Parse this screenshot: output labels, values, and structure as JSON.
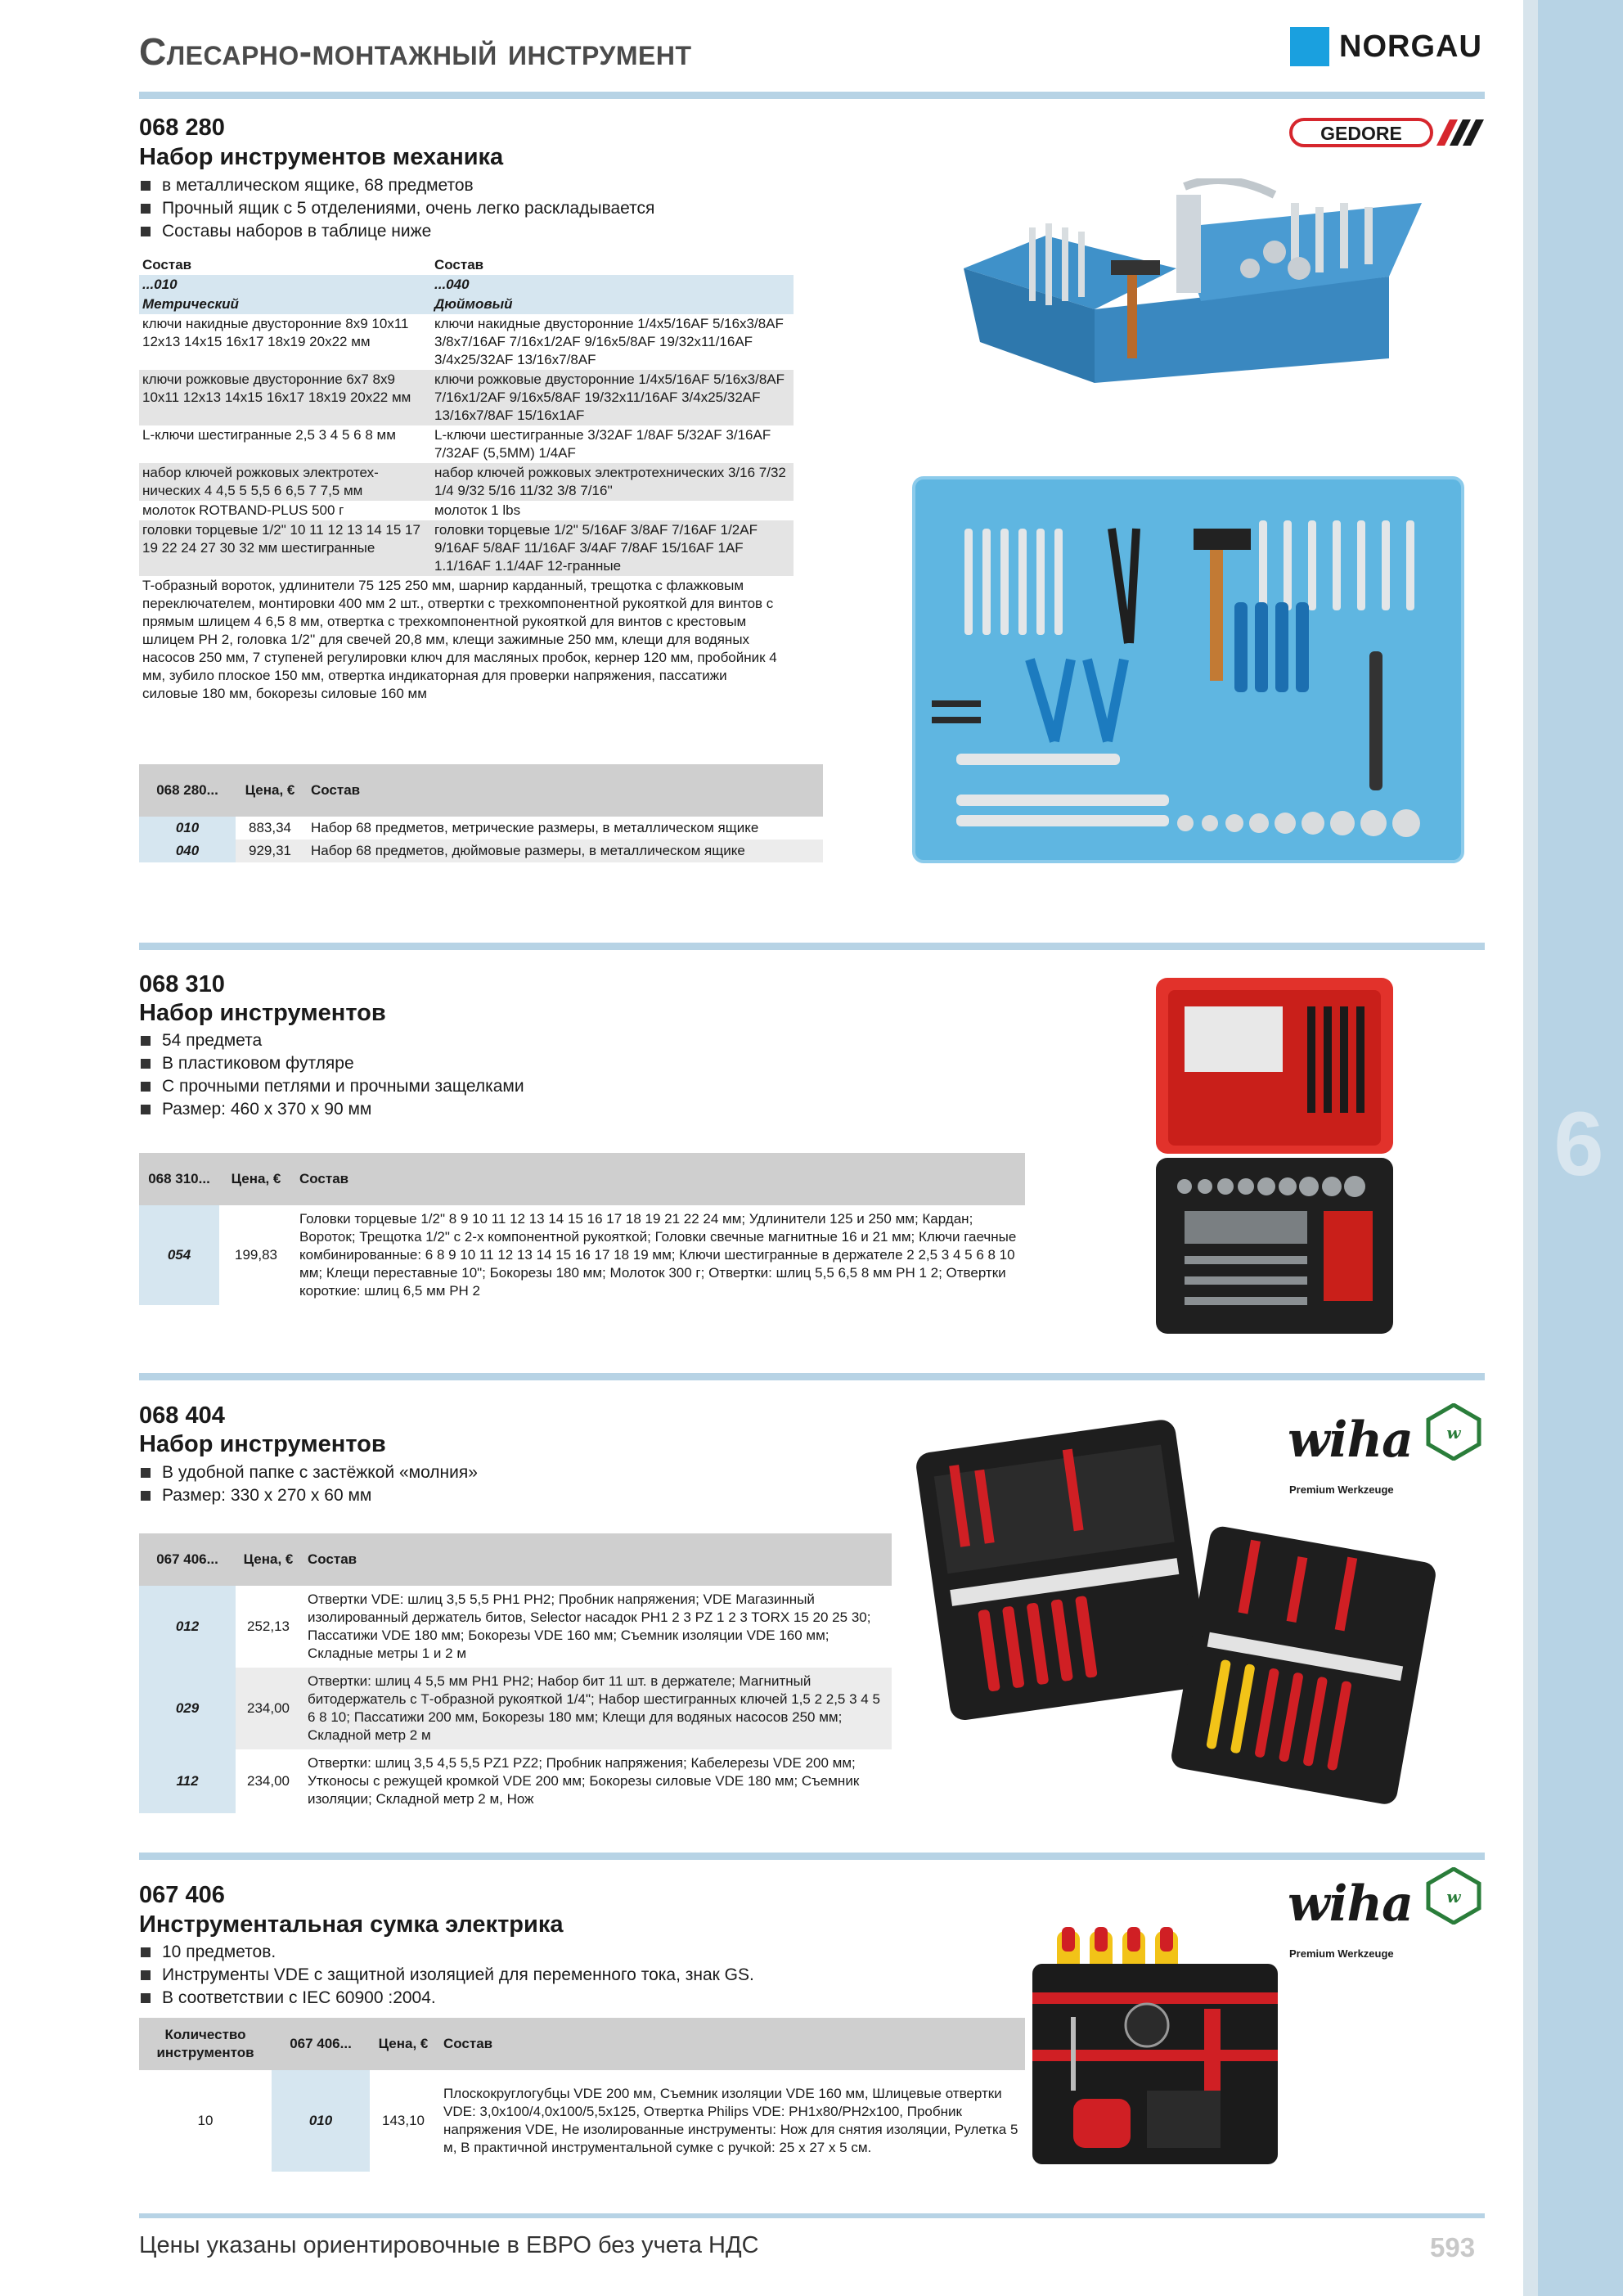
{
  "header": {
    "title": "Слесарно-монтажный инструмент",
    "brand": "NORGAU"
  },
  "chapter": "6",
  "footer": {
    "note": "Цены указаны ориентировочные в ЕВРО без учета НДС",
    "page": "593"
  },
  "colors": {
    "accent": "#b7d3e5",
    "brand_blue": "#1aa0df",
    "gedore_red": "#d6262d",
    "wiha_green": "#2a7d3a"
  },
  "p1": {
    "code": "068 280",
    "title": "Набор инструментов механика",
    "brand_logo": "GEDORE",
    "bullets": [
      "в металлическом ящике, 68 предметов",
      "Прочный ящик с 5 отделениями, очень легко раскладывается",
      "Составы наборов в таблице ниже"
    ],
    "comp_head": {
      "left": "Состав",
      "right": "Состав"
    },
    "comp_var": {
      "left": "...010",
      "right": "...040"
    },
    "comp_type": {
      "left": "Метрический",
      "right": "Дюймовый"
    },
    "comp_rows": [
      {
        "left": "ключи накидные двусторонние 8x9 10x11 12x13 14x15 16x17 18x19 20x22 мм",
        "right": "ключи накидные двусторонние 1/4x5/16AF 5/16x3/8AF 3/8x7/16AF 7/16x1/2AF 9/16x5/8AF 19/32x11/16AF 3/4x25/32AF 13/16x7/8AF"
      },
      {
        "left": "ключи рожковые двусторонние 6x7 8x9 10x11 12x13 14x15 16x17 18x19 20x22 мм",
        "right": "ключи рожковые двусторонние 1/4x5/16AF 5/16x3/8AF 7/16x1/2AF 9/16x5/8AF 19/32x11/16AF 3/4x25/32AF 13/16x7/8AF 15/16x1AF"
      },
      {
        "left": "L-ключи шестигранные 2,5 3 4 5 6 8 мм",
        "right": "L-ключи шестигранные  3/32AF 1/8AF 5/32AF 3/16AF 7/32AF (5,5MM) 1/4AF"
      },
      {
        "left": "набор ключей рожковых электротех- нических 4  4,5  5  5,5  6  6,5  7  7,5 мм",
        "right": "набор ключей рожковых  электротехнических 3/16  7/32  1/4  9/32  5/16  11/32  3/8  7/16''"
      },
      {
        "left": "молоток ROTBAND-PLUS 500 г",
        "right": "молоток 1 lbs"
      },
      {
        "left": "головки торцевые  1/2\" 10 11 12 13 14 15 17 19 22 24 27 30 32 мм шестигранные",
        "right": "головки торцевые  1/2\"  5/16AF 3/8AF 7/16AF 1/2AF 9/16AF 5/8AF 11/16AF 3/4AF 7/8AF 15/16AF 1AF 1.1/16AF 1.1/4AF 12-гранные"
      }
    ],
    "comp_common": "T-образный вороток, удлинители  75  125  250 мм, шарнир карданный,  трещотка с флажковым переключателем, монтировки 400 мм 2 шт., отвертки с трехкомпонентной рукояткой для винтов с прямым шлицем 4 6,5 8 мм, отвертка с трехкомпонентной рукояткой для винтов с крестовым шлицем PH 2, головка 1/2'' для свечей 20,8 мм, клещи зажимные 250 мм, клещи для водяных насосов 250 мм, 7 ступеней регулировки ключ для масляных пробок, кернер 120 мм, пробойник 4 мм, зубило плоское 150 мм, отвертка индикаторная для проверки напряжения, пассатижи силовые 180 мм, бокорезы силовые 160 мм",
    "table_head": {
      "code": "068 280...",
      "price": "Цена, €",
      "desc": "Состав"
    },
    "rows": [
      {
        "var": "010",
        "price": "883,34",
        "desc": "Набор 68 предметов, метрические размеры, в металлическом ящике"
      },
      {
        "var": "040",
        "price": "929,31",
        "desc": "Набор 68 предметов, дюймовые размеры, в металлическом ящике"
      }
    ]
  },
  "p2": {
    "code": "068  310",
    "title": "Набор инструментов",
    "bullets": [
      "54 предмета",
      "В пластиковом футляре",
      "С прочными петлями и прочными защелками",
      "Размер: 460 x 370 x 90 мм"
    ],
    "table_head": {
      "code": "068 310...",
      "price": "Цена, €",
      "desc": "Состав"
    },
    "rows": [
      {
        "var": "054",
        "price": "199,83",
        "desc": "Головки торцевые 1/2\" 8 9 10 11 12 13 14 15 16 17 18 19 21 22 24 мм; Удлинители 125 и 250 мм; Кардан; Вороток; Трещотка 1/2\" с 2-х компонентной рукояткой; Головки свечные магнитные 16 и 21 мм; Ключи гаечные комбинированные: 6 8 9 10 11 12 13 14 15 16 17 18 19 мм; Ключи шестигранные в держателе 2 2,5 3 4 5 6 8 10 мм; Клещи переставные 10\"; Бокорезы 180 мм; Молоток 300 г; Отвертки: шлиц 5,5  6,5  8 мм PH 1 2; Отвертки короткие: шлиц 6,5 мм PH 2"
      }
    ]
  },
  "p3": {
    "code": "068 404",
    "title": "Набор инструментов",
    "brand_logo": "wiha",
    "brand_sub": "Premium Werkzeuge",
    "bullets": [
      "В удобной папке с застёжкой «молния»",
      "Размер: 330 x 270 x 60 мм"
    ],
    "table_head": {
      "code": "067 406...",
      "price": "Цена, €",
      "desc": "Состав"
    },
    "rows": [
      {
        "var": "012",
        "price": "252,13",
        "desc": "Отвертки VDE: шлиц 3,5  5,5  PH1  PH2;  Пробник напряжения; VDE Магазинный изолированный держатель битов,  Selector насадок PH1 2 3 PZ 1 2 3 TORX 15 20 25 30; Пассатижи VDE 180 мм;  Бокорезы VDE 160 мм; Съемник изоляции VDE 160 мм;  Складные метры 1 и 2 м"
      },
      {
        "var": "029",
        "price": "234,00",
        "desc": "Отвертки: шлиц 4  5,5 мм  PH1  PH2; Набор бит 11 шт. в держателе; Магнитный битодержатель с Т-образной рукояткой 1/4\"; Набор шестигранных ключей 1,5  2  2,5  3  4  5  6  8  10; Пассатижи 200 мм, Бокорезы 180 мм; Клещи для водяных насосов 250 мм; Складной метр 2 м"
      },
      {
        "var": "112",
        "price": "234,00",
        "desc": "Отвертки: шлиц 3,5  4,5  5,5  PZ1  PZ2;  Пробник напряжения; Кабелерезы VDE 200 мм; Утконосы с режущей кромкой VDE 200 мм;  Бокорезы силовые VDE 180 мм; Съемник изоляции;  Складной метр 2 м, Нож"
      }
    ]
  },
  "p4": {
    "code": "067  406",
    "title": "Инструментальная сумка электрика",
    "brand_logo": "wiha",
    "brand_sub": "Premium Werkzeuge",
    "bullets": [
      "10 предметов.",
      "Инструменты VDE с защитной изоляцией для переменного тока, знак GS.",
      "В соответствии с IEC 60900 :2004."
    ],
    "table_head": {
      "qty": "Количество инструментов",
      "code": "067 406...",
      "price": "Цена, €",
      "desc": "Состав"
    },
    "rows": [
      {
        "qty": "10",
        "var": "010",
        "price": "143,10",
        "desc": "Плоскокруглогубцы VDE 200 мм, Съемник изоляции VDE 160 мм, Шлицевые отвертки VDE: 3,0x100/4,0x100/5,5x125, Отвертка Philips VDE: PH1x80/PH2x100, Пробник напряжения VDE, Не изолированные инструменты: Нож для снятия изоляции, Рулетка 5 м, В практичной инструментальной сумке с ручкой: 25 x 27 x 5 см."
      }
    ]
  }
}
